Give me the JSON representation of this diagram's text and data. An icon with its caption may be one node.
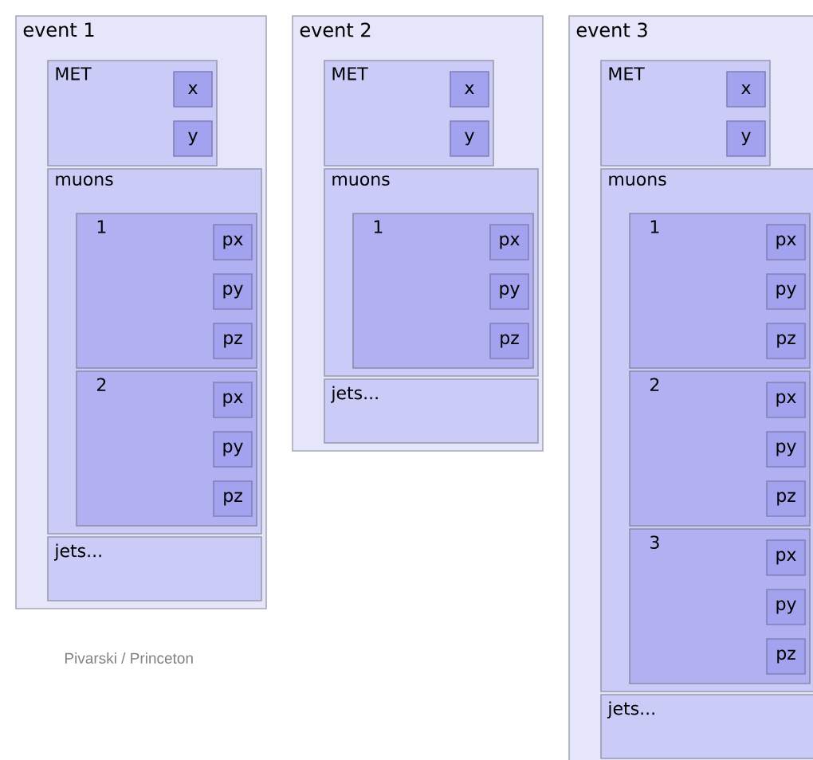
{
  "diagram": {
    "nodes": [
      {
        "text": [
          "event 1"
        ]
      },
      {
        "text": [
          "MET"
        ],
        "in": 0
      },
      {
        "text": [
          "x"
        ],
        "in": 1
      },
      {
        "text": [
          "y"
        ],
        "in": 1
      },
      {
        "text": [
          "muons"
        ],
        "in": 0
      },
      {
        "text": [
          "1"
        ],
        "in": 4
      },
      {
        "text": [
          "px"
        ],
        "in": 5
      },
      {
        "text": [
          "py"
        ],
        "in": 5
      },
      {
        "text": [
          "pz"
        ],
        "in": 5
      },
      {
        "text": [
          "2"
        ],
        "in": 4
      },
      {
        "text": [
          "px"
        ],
        "in": 9
      },
      {
        "text": [
          "py"
        ],
        "in": 9
      },
      {
        "text": [
          "pz"
        ],
        "in": 9
      },
      {
        "text": [
          "jets..."
        ],
        "in": 0
      },
      {
        "text": [
          "event 2"
        ]
      },
      {
        "text": [
          "MET"
        ],
        "in": 14
      },
      {
        "text": [
          "x"
        ],
        "in": 15
      },
      {
        "text": [
          "y"
        ],
        "in": 15
      },
      {
        "text": [
          "muons"
        ],
        "in": 14
      },
      {
        "text": [
          "1"
        ],
        "in": 18
      },
      {
        "text": [
          "px"
        ],
        "in": 19
      },
      {
        "text": [
          "py"
        ],
        "in": 19
      },
      {
        "text": [
          "pz"
        ],
        "in": 19
      },
      {
        "text": [
          "jets..."
        ],
        "in": 14
      },
      {
        "text": [
          "event 3"
        ]
      },
      {
        "text": [
          "MET"
        ],
        "in": 24
      },
      {
        "text": [
          "x"
        ],
        "in": 25
      },
      {
        "text": [
          "y"
        ],
        "in": 25
      },
      {
        "text": [
          "muons"
        ],
        "in": 24
      },
      {
        "text": [
          "1"
        ],
        "in": 28
      },
      {
        "text": [
          "px"
        ],
        "in": 29
      },
      {
        "text": [
          "py"
        ],
        "in": 29
      },
      {
        "text": [
          "pz"
        ],
        "in": 29
      },
      {
        "text": [
          "2"
        ],
        "in": 28
      },
      {
        "text": [
          "px"
        ],
        "in": 33
      },
      {
        "text": [
          "py"
        ],
        "in": 33
      },
      {
        "text": [
          "pz"
        ],
        "in": 33
      },
      {
        "text": [
          "3"
        ],
        "in": 28
      },
      {
        "text": [
          "px"
        ],
        "in": 37
      },
      {
        "text": [
          "py"
        ],
        "in": 37
      },
      {
        "text": [
          "pz"
        ],
        "in": 37
      },
      {
        "text": [
          "jets..."
        ],
        "in": 24
      }
    ],
    "labels": [
      "Pivarski / Princeton"
    ]
  }
}
